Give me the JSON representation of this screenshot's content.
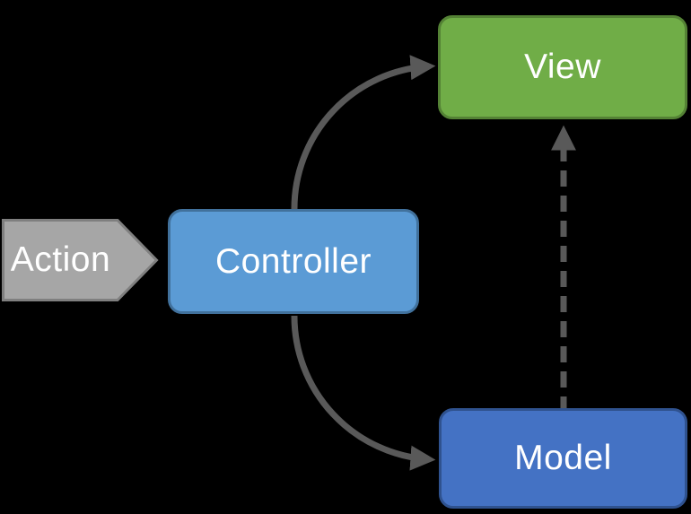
{
  "diagram": {
    "background_color": "#000000",
    "nodes": {
      "action": {
        "label": "Action",
        "fill": "#a6a6a6",
        "border_color": "#7f7f7f",
        "text_color": "#ffffff"
      },
      "controller": {
        "label": "Controller",
        "fill": "#5b9bd5",
        "border_color": "#41719c",
        "text_color": "#ffffff"
      },
      "view": {
        "label": "View",
        "fill": "#70ad47",
        "border_color": "#548235",
        "text_color": "#ffffff"
      },
      "model": {
        "label": "Model",
        "fill": "#4472c4",
        "border_color": "#2f528f",
        "text_color": "#ffffff"
      }
    },
    "connectors": {
      "color": "#595959",
      "controller_to_view": {
        "style": "solid",
        "from": "Controller",
        "to": "View"
      },
      "controller_to_model": {
        "style": "solid",
        "from": "Controller",
        "to": "Model"
      },
      "model_to_view": {
        "style": "dashed",
        "from": "Model",
        "to": "View"
      }
    }
  }
}
